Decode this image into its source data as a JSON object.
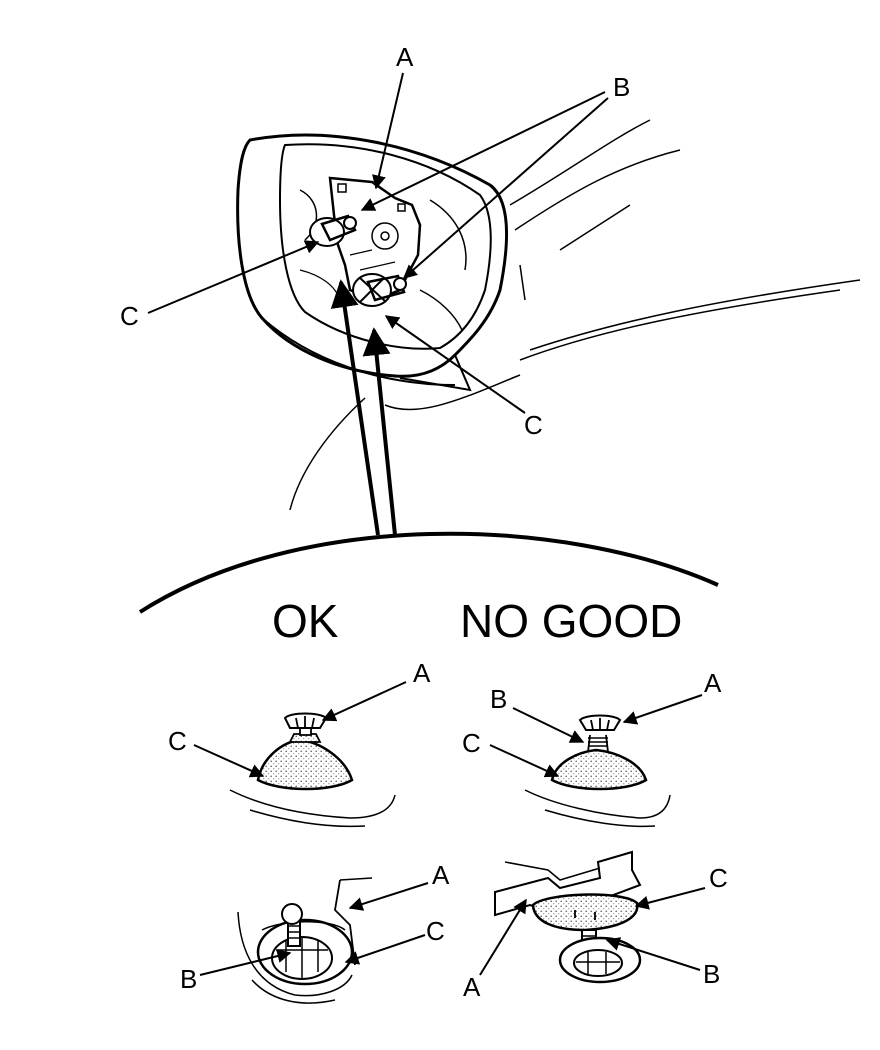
{
  "captions": {
    "ok": "OK",
    "no_good": "NO GOOD"
  },
  "labels": {
    "a": "A",
    "b": "B",
    "c": "C"
  }
}
